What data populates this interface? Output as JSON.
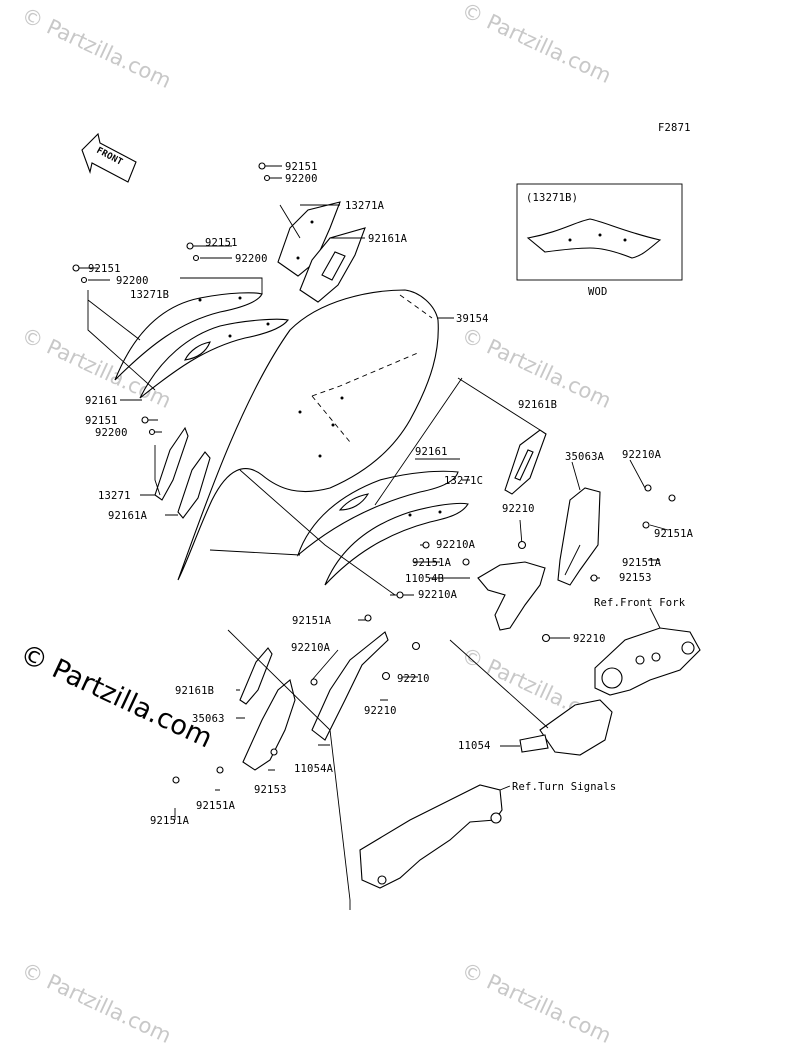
{
  "figure_code": "F2871",
  "front_arrow_label": "FRONT",
  "watermarks": {
    "small": "© Partzilla.com",
    "big": "© Partzilla.com"
  },
  "inset": {
    "part_ref": "(13271B)",
    "caption": "WOD"
  },
  "ref_labels": {
    "front_fork": "Ref.Front Fork",
    "turn_signals": "Ref.Turn Signals"
  },
  "labels": [
    {
      "id": "l1",
      "text": "92151"
    },
    {
      "id": "l2",
      "text": "92200"
    },
    {
      "id": "l3",
      "text": "13271A"
    },
    {
      "id": "l4",
      "text": "92161A"
    },
    {
      "id": "l5",
      "text": "92151"
    },
    {
      "id": "l6",
      "text": "92200"
    },
    {
      "id": "l7",
      "text": "92151"
    },
    {
      "id": "l8",
      "text": "92200"
    },
    {
      "id": "l9",
      "text": "13271B"
    },
    {
      "id": "l10",
      "text": "39154"
    },
    {
      "id": "l11",
      "text": "92161"
    },
    {
      "id": "l12",
      "text": "92151"
    },
    {
      "id": "l13",
      "text": "92200"
    },
    {
      "id": "l14",
      "text": "92161B"
    },
    {
      "id": "l15",
      "text": "92161"
    },
    {
      "id": "l16",
      "text": "13271C"
    },
    {
      "id": "l17",
      "text": "35063A"
    },
    {
      "id": "l18",
      "text": "92210A"
    },
    {
      "id": "l19",
      "text": "13271"
    },
    {
      "id": "l20",
      "text": "92161A"
    },
    {
      "id": "l21",
      "text": "92210"
    },
    {
      "id": "l22",
      "text": "92151A"
    },
    {
      "id": "l23",
      "text": "92210A"
    },
    {
      "id": "l24",
      "text": "92151A"
    },
    {
      "id": "l25",
      "text": "92151A"
    },
    {
      "id": "l26",
      "text": "11054B"
    },
    {
      "id": "l27",
      "text": "92153"
    },
    {
      "id": "l28",
      "text": "92210A"
    },
    {
      "id": "l29",
      "text": "92151A"
    },
    {
      "id": "l30",
      "text": "92210"
    },
    {
      "id": "l31",
      "text": "92210A"
    },
    {
      "id": "l32",
      "text": "92210"
    },
    {
      "id": "l33",
      "text": "92161B"
    },
    {
      "id": "l34",
      "text": "92210"
    },
    {
      "id": "l35",
      "text": "35063"
    },
    {
      "id": "l36",
      "text": "11054A"
    },
    {
      "id": "l37",
      "text": "92153"
    },
    {
      "id": "l38",
      "text": "92151A"
    },
    {
      "id": "l39",
      "text": "92151A"
    },
    {
      "id": "l40",
      "text": "11054"
    }
  ]
}
